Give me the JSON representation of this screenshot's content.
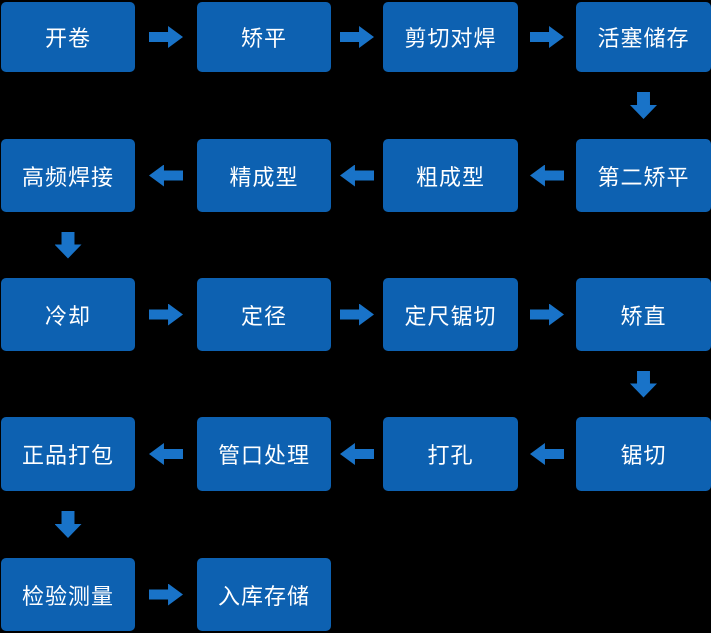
{
  "colors": {
    "background": "#000000",
    "box": "#0D61B1",
    "arrow": "#1973C8",
    "text": "#FFFFFF"
  },
  "flowchart": {
    "nodes": [
      {
        "label": "开卷",
        "row": 0,
        "col": 0
      },
      {
        "label": "矫平",
        "row": 0,
        "col": 1
      },
      {
        "label": "剪切对焊",
        "row": 0,
        "col": 2
      },
      {
        "label": "活塞储存",
        "row": 0,
        "col": 3
      },
      {
        "label": "第二矫平",
        "row": 1,
        "col": 3
      },
      {
        "label": "粗成型",
        "row": 1,
        "col": 2
      },
      {
        "label": "精成型",
        "row": 1,
        "col": 1
      },
      {
        "label": "高频焊接",
        "row": 1,
        "col": 0
      },
      {
        "label": "冷却",
        "row": 2,
        "col": 0
      },
      {
        "label": "定径",
        "row": 2,
        "col": 1
      },
      {
        "label": "定尺锯切",
        "row": 2,
        "col": 2
      },
      {
        "label": "矫直",
        "row": 2,
        "col": 3
      },
      {
        "label": "锯切",
        "row": 3,
        "col": 3
      },
      {
        "label": "打孔",
        "row": 3,
        "col": 2
      },
      {
        "label": "管口处理",
        "row": 3,
        "col": 1
      },
      {
        "label": "正品打包",
        "row": 3,
        "col": 0
      },
      {
        "label": "检验测量",
        "row": 4,
        "col": 0
      },
      {
        "label": "入库存储",
        "row": 4,
        "col": 1
      }
    ],
    "arrows": [
      {
        "dir": "right",
        "row": 0,
        "gap": 0
      },
      {
        "dir": "right",
        "row": 0,
        "gap": 1
      },
      {
        "dir": "right",
        "row": 0,
        "gap": 2
      },
      {
        "dir": "down",
        "rowgap": 0,
        "col": 3
      },
      {
        "dir": "left",
        "row": 1,
        "gap": 2
      },
      {
        "dir": "left",
        "row": 1,
        "gap": 1
      },
      {
        "dir": "left",
        "row": 1,
        "gap": 0
      },
      {
        "dir": "down",
        "rowgap": 1,
        "col": 0
      },
      {
        "dir": "right",
        "row": 2,
        "gap": 0
      },
      {
        "dir": "right",
        "row": 2,
        "gap": 1
      },
      {
        "dir": "right",
        "row": 2,
        "gap": 2
      },
      {
        "dir": "down",
        "rowgap": 2,
        "col": 3
      },
      {
        "dir": "left",
        "row": 3,
        "gap": 2
      },
      {
        "dir": "left",
        "row": 3,
        "gap": 1
      },
      {
        "dir": "left",
        "row": 3,
        "gap": 0
      },
      {
        "dir": "down",
        "rowgap": 3,
        "col": 0
      },
      {
        "dir": "right",
        "row": 4,
        "gap": 0
      }
    ]
  }
}
